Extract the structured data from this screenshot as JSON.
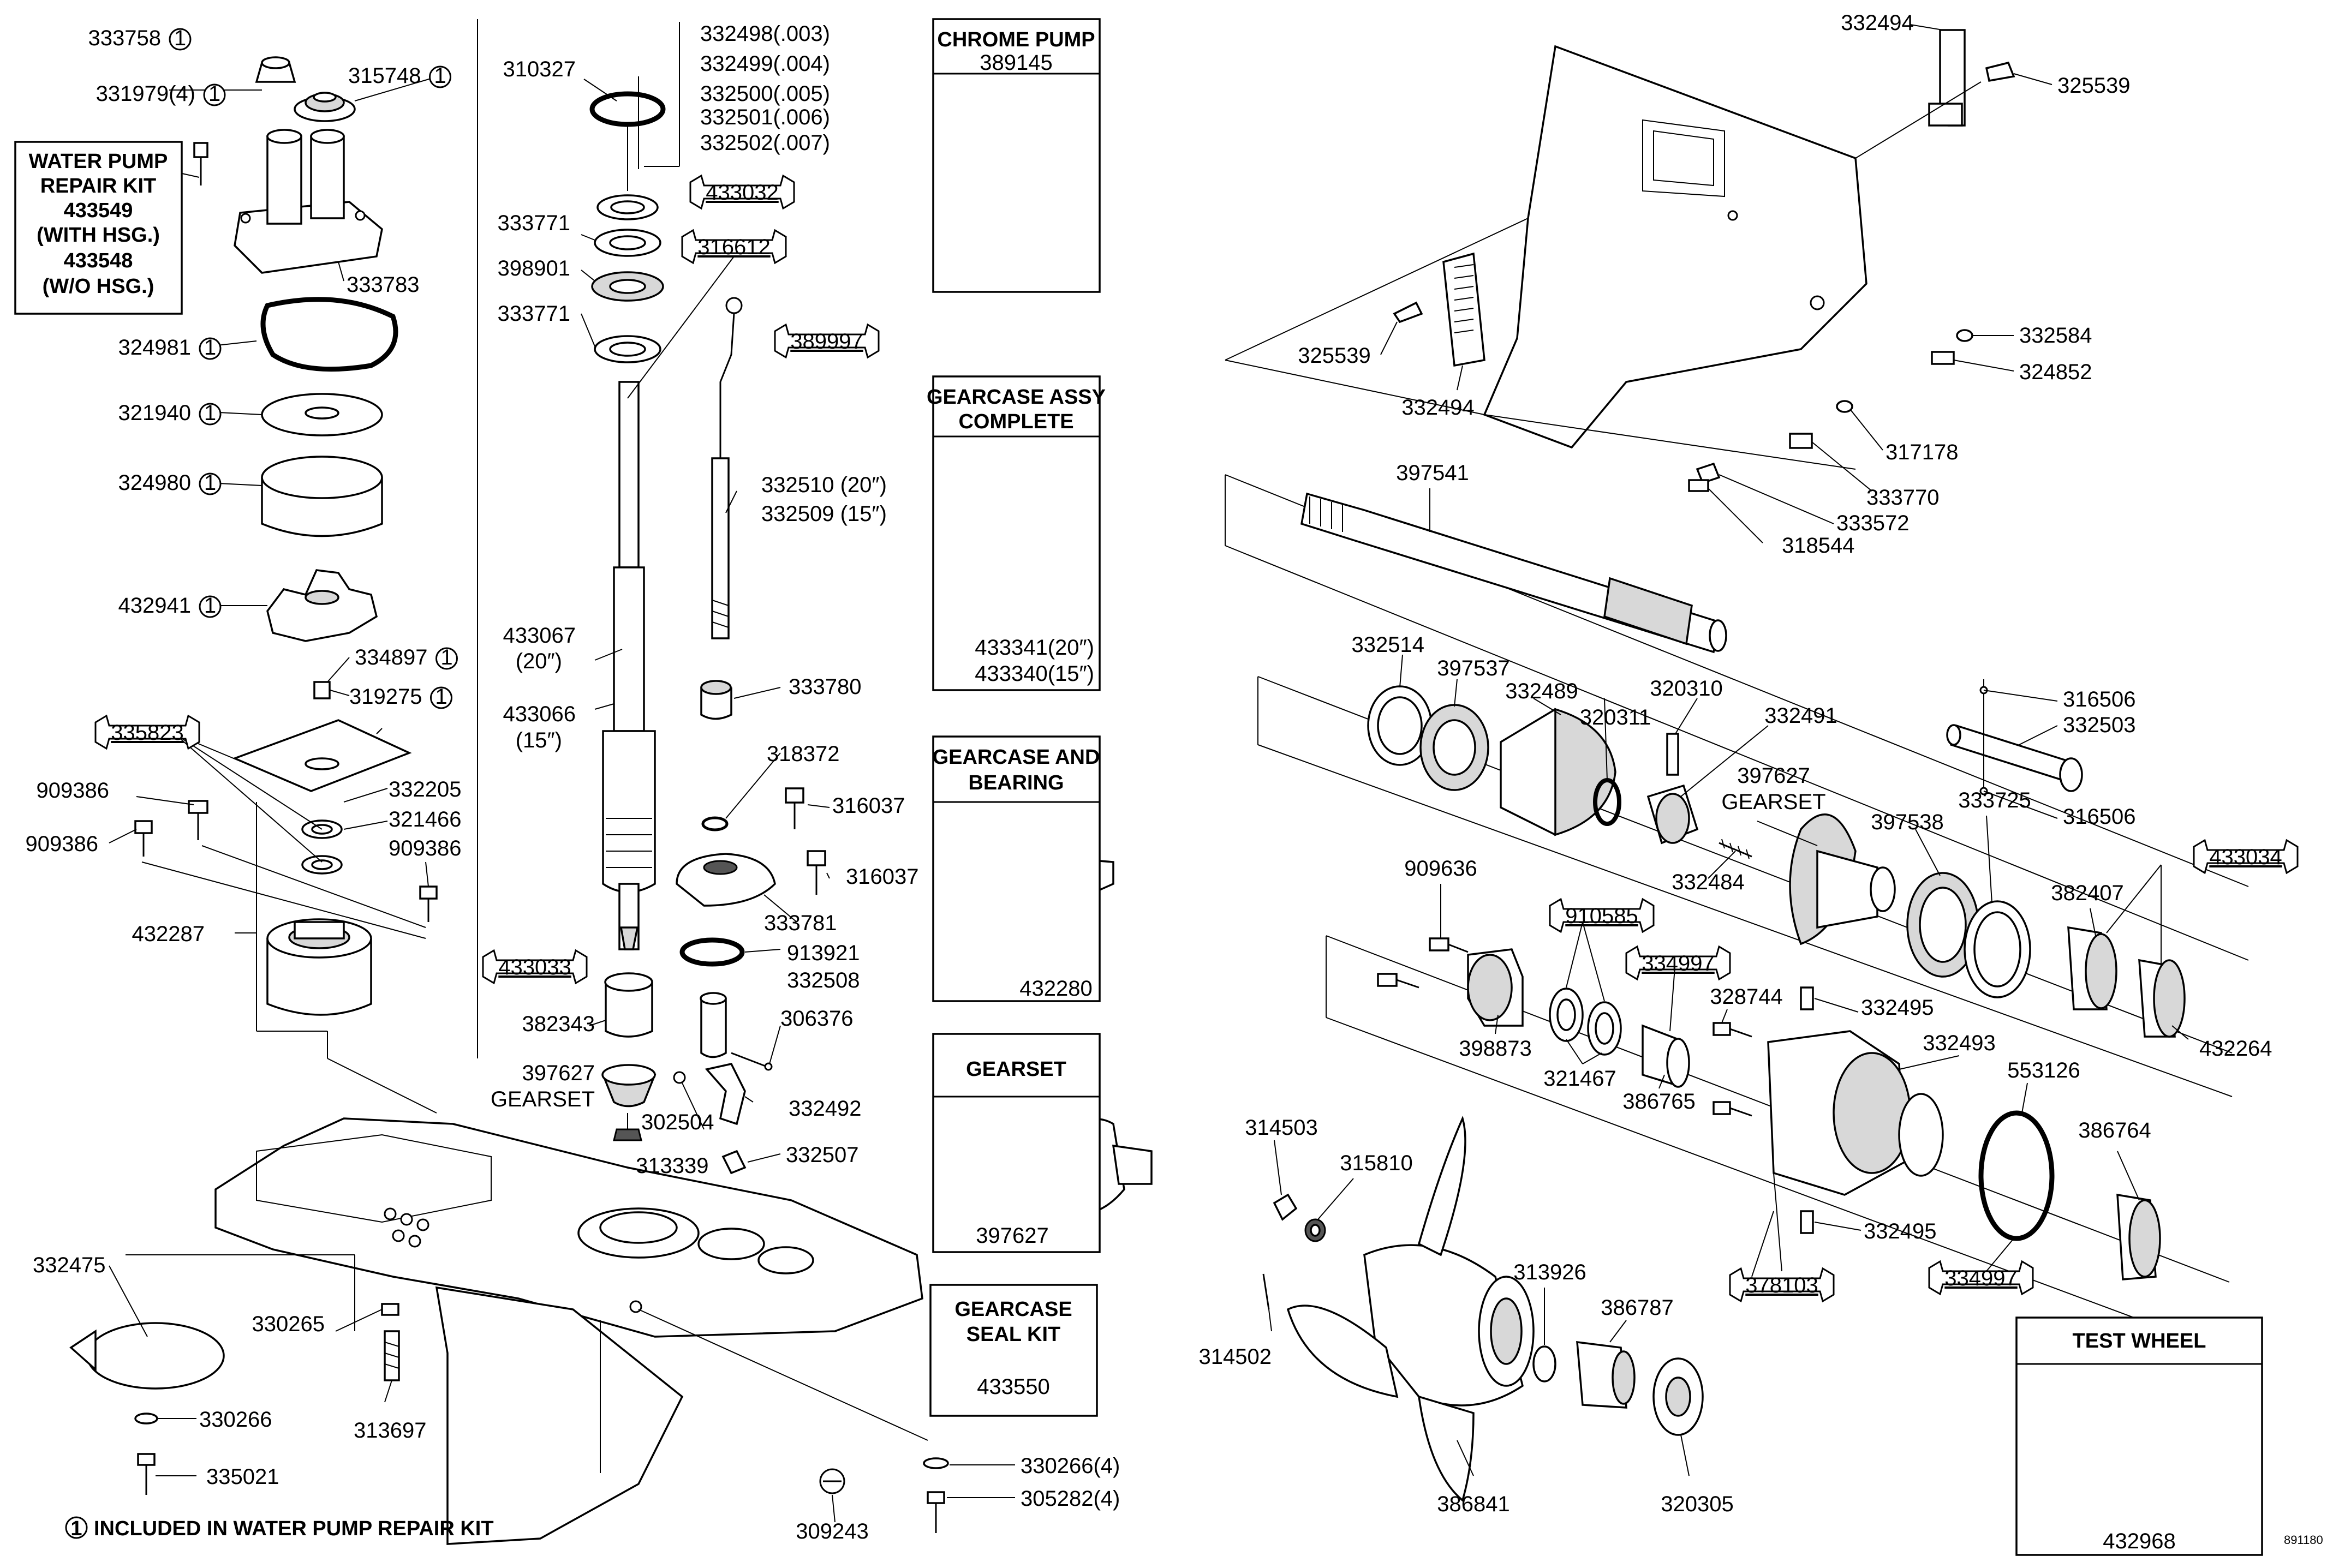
{
  "boxes": {
    "water_pump_kit": [
      "WATER PUMP",
      "REPAIR KIT",
      "433549",
      "(WITH HSG.)",
      "433548",
      "(W/O HSG.)"
    ],
    "chrome_pump": {
      "title": "CHROME PUMP",
      "number": "389145"
    },
    "gearcase_assy": {
      "title1": "GEARCASE ASSY",
      "title2": "COMPLETE",
      "n1": "433341(20″)",
      "n2": "433340(15″)"
    },
    "gearcase_bearing": {
      "title1": "GEARCASE AND",
      "title2": "BEARING",
      "number": "432280"
    },
    "gearset_box": {
      "title": "GEARSET",
      "number": "397627"
    },
    "seal_kit": {
      "title1": "GEARCASE",
      "title2": "SEAL KIT",
      "number": "433550"
    },
    "test_wheel": {
      "title": "TEST WHEEL",
      "number": "432968"
    }
  },
  "footnote": {
    "marker": "1",
    "text": "INCLUDED IN WATER PUMP REPAIR KIT"
  },
  "corner_code": "891180",
  "shim_list": [
    "332498(.003)",
    "332499(.004)",
    "332500(.005)",
    "332501(.006)",
    "332502(.007)"
  ],
  "wrench_tools": [
    "335823",
    "433032",
    "316612",
    "389997",
    "433033",
    "433034",
    "910585",
    "334997",
    "378103",
    "334997"
  ],
  "labels": [
    {
      "text": "333758",
      "mark": true
    },
    {
      "text": "315748",
      "mark": true
    },
    {
      "text": "331979(4)",
      "mark": true
    },
    {
      "text": "333783",
      "mark": false
    },
    {
      "text": "324981",
      "mark": true
    },
    {
      "text": "321940",
      "mark": true
    },
    {
      "text": "324980",
      "mark": true
    },
    {
      "text": "432941",
      "mark": true
    },
    {
      "text": "334897",
      "mark": true
    },
    {
      "text": "319275",
      "mark": true
    },
    {
      "text": "909386",
      "mark": false
    },
    {
      "text": "332205",
      "mark": false
    },
    {
      "text": "909386",
      "mark": false
    },
    {
      "text": "321466",
      "mark": false
    },
    {
      "text": "909386",
      "mark": false
    },
    {
      "text": "432287",
      "mark": false
    },
    {
      "text": "310327",
      "mark": false
    },
    {
      "text": "333771",
      "mark": false
    },
    {
      "text": "398901",
      "mark": false
    },
    {
      "text": "333771",
      "mark": false
    },
    {
      "text": "332510 (20″)",
      "mark": false
    },
    {
      "text": "332509 (15″)",
      "mark": false
    },
    {
      "text": "433067",
      "mark": false
    },
    {
      "text": "(20″)",
      "mark": false
    },
    {
      "text": "433066",
      "mark": false
    },
    {
      "text": "(15″)",
      "mark": false
    },
    {
      "text": "333780",
      "mark": false
    },
    {
      "text": "318372",
      "mark": false
    },
    {
      "text": "316037",
      "mark": false
    },
    {
      "text": "316037",
      "mark": false
    },
    {
      "text": "333781",
      "mark": false
    },
    {
      "text": "913921",
      "mark": false
    },
    {
      "text": "332508",
      "mark": false
    },
    {
      "text": "306376",
      "mark": false
    },
    {
      "text": "382343",
      "mark": false
    },
    {
      "text": "397627",
      "mark": false
    },
    {
      "text": "GEARSET",
      "mark": false
    },
    {
      "text": "302504",
      "mark": false
    },
    {
      "text": "332492",
      "mark": false
    },
    {
      "text": "313339",
      "mark": false
    },
    {
      "text": "332507",
      "mark": false
    },
    {
      "text": "332475",
      "mark": false
    },
    {
      "text": "330265",
      "mark": false
    },
    {
      "text": "313697",
      "mark": false
    },
    {
      "text": "330266",
      "mark": false
    },
    {
      "text": "335021",
      "mark": false
    },
    {
      "text": "309243",
      "mark": false
    },
    {
      "text": "330266(4)",
      "mark": false
    },
    {
      "text": "305282(4)",
      "mark": false
    },
    {
      "text": "332494",
      "mark": false
    },
    {
      "text": "325539",
      "mark": false
    },
    {
      "text": "325539",
      "mark": false
    },
    {
      "text": "332494",
      "mark": false
    },
    {
      "text": "332584",
      "mark": false
    },
    {
      "text": "324852",
      "mark": false
    },
    {
      "text": "317178",
      "mark": false
    },
    {
      "text": "333770",
      "mark": false
    },
    {
      "text": "333572",
      "mark": false
    },
    {
      "text": "318544",
      "mark": false
    },
    {
      "text": "397541",
      "mark": false
    },
    {
      "text": "332514",
      "mark": false
    },
    {
      "text": "397537",
      "mark": false
    },
    {
      "text": "332489",
      "mark": false
    },
    {
      "text": "320311",
      "mark": false
    },
    {
      "text": "320310",
      "mark": false
    },
    {
      "text": "332491",
      "mark": false
    },
    {
      "text": "316506",
      "mark": false
    },
    {
      "text": "332503",
      "mark": false
    },
    {
      "text": "316506",
      "mark": false
    },
    {
      "text": "397627",
      "mark": false
    },
    {
      "text": "GEARSET",
      "mark": false
    },
    {
      "text": "397538",
      "mark": false
    },
    {
      "text": "333725",
      "mark": false
    },
    {
      "text": "382407",
      "mark": false
    },
    {
      "text": "432264",
      "mark": false
    },
    {
      "text": "332484",
      "mark": false
    },
    {
      "text": "909636",
      "mark": false
    },
    {
      "text": "328744",
      "mark": false
    },
    {
      "text": "332495",
      "mark": false
    },
    {
      "text": "332493",
      "mark": false
    },
    {
      "text": "553126",
      "mark": false
    },
    {
      "text": "386764",
      "mark": false
    },
    {
      "text": "398873",
      "mark": false
    },
    {
      "text": "321467",
      "mark": false
    },
    {
      "text": "386765",
      "mark": false
    },
    {
      "text": "332495",
      "mark": false
    },
    {
      "text": "314503",
      "mark": false
    },
    {
      "text": "315810",
      "mark": false
    },
    {
      "text": "313926",
      "mark": false
    },
    {
      "text": "386787",
      "mark": false
    },
    {
      "text": "314502",
      "mark": false
    },
    {
      "text": "386841",
      "mark": false
    },
    {
      "text": "320305",
      "mark": false
    }
  ]
}
